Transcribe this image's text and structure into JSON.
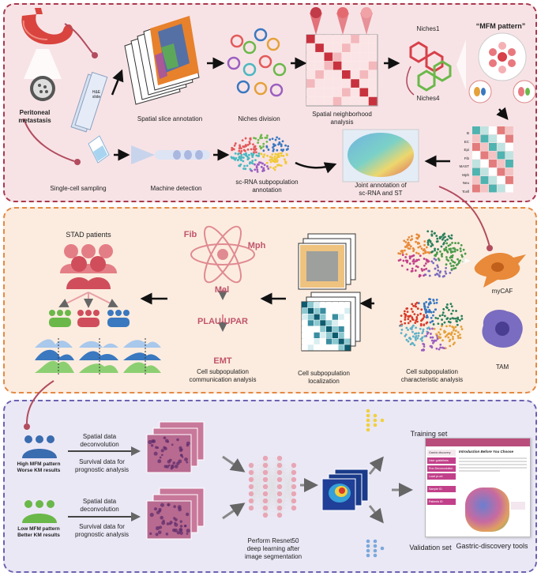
{
  "section1": {
    "peritoneal": "Peritoneal\nmetastasis",
    "spatial_slice": "Spatial slice annotation",
    "niches_division": "Niches division",
    "spatial_neighborhood": "Spatial neighborhood\nanalysis",
    "niches1": "Niches1",
    "niches4": "Niches4",
    "mfm_pattern": "“MFM pattern”",
    "single_cell": "Single-cell sampling",
    "machine_detection": "Machine detection",
    "scrna_annotation": "sc-RNA subpopulation\nannotation",
    "joint_annotation": "Joint annotation of\nsc-RNA and ST",
    "heatmap_rows": [
      "B",
      "EC",
      "Epi",
      "Fib",
      "MAST",
      "Mph",
      "Neu",
      "Tcell"
    ],
    "slide_text": "H&E\nslide"
  },
  "section2": {
    "stad": "STAD patients",
    "fib": "Fib",
    "mph": "Mph",
    "mal": "Mal",
    "plau": "PLAU-UPAR",
    "emt": "EMT",
    "comm": "Cell subpopulation\ncommunication analysis",
    "localization": "Cell subpopulation\nlocalization",
    "characteristic": "Cell subpopulation\ncharacteristic analysis",
    "mycaf": "myCAF",
    "tam": "TAM"
  },
  "section3": {
    "high": "High MFM pattern\nWorse KM results",
    "low": "Low MFM pattern\nBetter KM results",
    "spatial_deconv": "Spatial data\ndeconvolution",
    "survival": "Survival data for\nprognostic analysis",
    "resnet": "Perform Resnet50\ndeep learning after\nimage segmentation",
    "training": "Training set",
    "validation": "Validation set",
    "tools": "Gastric-discovery tools",
    "app_menu": [
      "Gastric discovery",
      "User guidelines",
      "Run Deconvolution",
      "Load pr-ed",
      "Sample ID",
      "Patients ID"
    ],
    "app_heading": "Introduction Before You Choose"
  },
  "colors": {
    "panel1": "#a9394f",
    "panel2": "#e38a45",
    "panel3": "#6b63b0",
    "accent_red": "#c0546a",
    "green": "#6bb84a",
    "blue": "#3a78c0"
  }
}
